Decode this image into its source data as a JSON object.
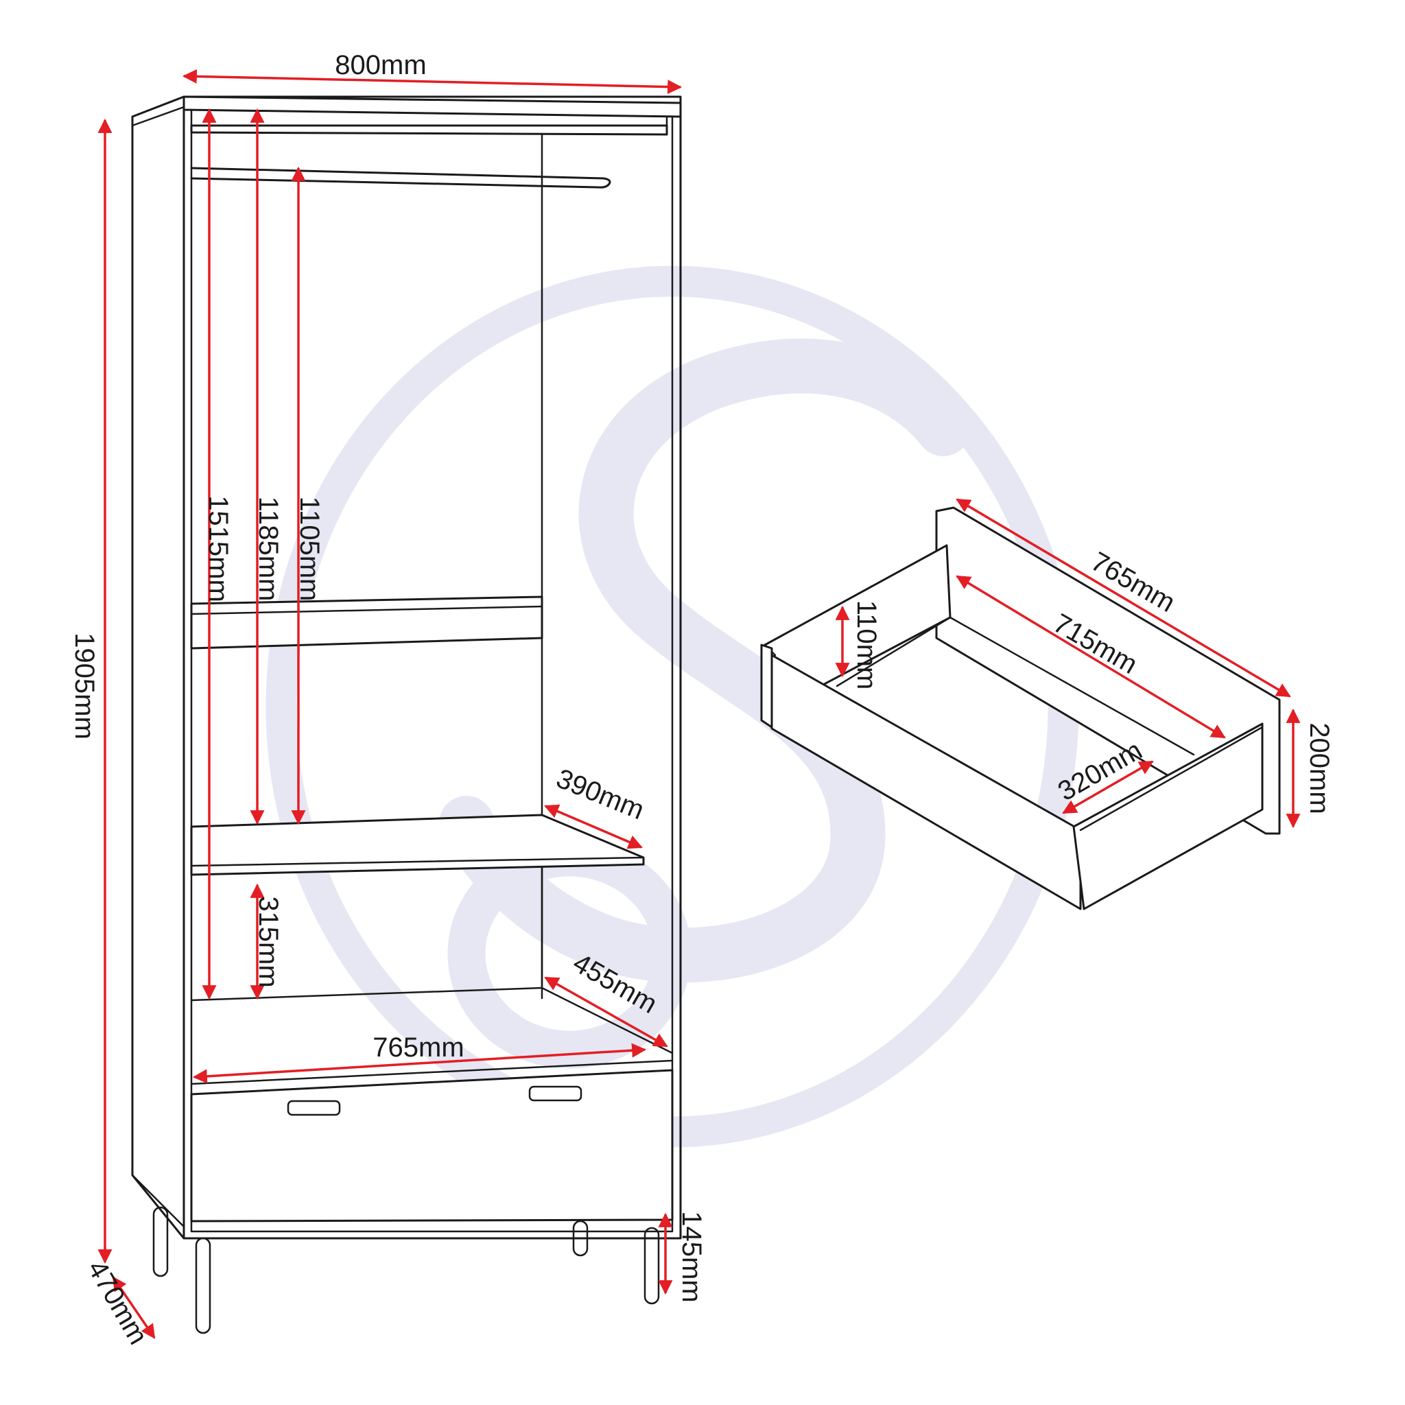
{
  "colors": {
    "dimension": "#e31e24",
    "outline": "#1a1a1a",
    "watermark": "#e6e7f3"
  },
  "watermark": {
    "icon": "s-circle-logo-watermark"
  },
  "wardrobe": {
    "width": "800mm",
    "height": "1905mm",
    "depth": "470mm",
    "rail_to_shelf": "1105mm",
    "top_to_shelf": "1185mm",
    "top_to_base": "1515mm",
    "shelf_gap": "315mm",
    "shelf_depth": "390mm",
    "inner_depth": "455mm",
    "inner_width": "765mm",
    "leg_height": "145mm"
  },
  "drawer": {
    "outer_length": "765mm",
    "inner_length": "715mm",
    "inner_depth": "320mm",
    "inner_height": "110mm",
    "front_height": "200mm"
  }
}
